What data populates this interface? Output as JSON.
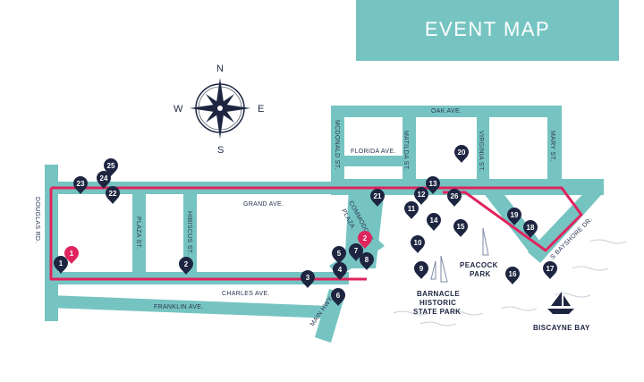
{
  "banner": {
    "title": "EVENT MAP"
  },
  "compass": {
    "n": "N",
    "s": "S",
    "e": "E",
    "w": "W"
  },
  "colors": {
    "street": "#76c4c2",
    "route": "#e0245e",
    "marker": "#1d2541",
    "highlight": "#e0245e"
  },
  "streets": {
    "douglas": "DOUGLAS RD.",
    "plaza": "PLAZA ST.",
    "hibiscus": "HIBISCUS ST.",
    "grand": "GRAND AVE.",
    "charles": "CHARLES AVE.",
    "franklin": "FRANKLIN AVE.",
    "main_hwy": "MAIN HWY",
    "commodore_1": "COMMODORE",
    "commodore_2": "PLAZA",
    "mcdonald": "MCDONALD ST.",
    "florida": "FLORIDA AVE.",
    "matilda": "MATILDA ST.",
    "oak": "OAK AVE.",
    "virginia": "VIRGINIA ST.",
    "mary": "MARY ST.",
    "bayshore": "S BAYSHORE DR."
  },
  "places": {
    "barnacle_1": "BARNACLE",
    "barnacle_2": "HISTORIC",
    "barnacle_3": "STATE PARK",
    "peacock_1": "PEACOCK",
    "peacock_2": "PARK",
    "biscayne": "BISCAYNE BAY"
  },
  "markers": [
    {
      "label": "1",
      "type": "location"
    },
    {
      "label": "1",
      "type": "highlight"
    },
    {
      "label": "2",
      "type": "location"
    },
    {
      "label": "2",
      "type": "highlight"
    },
    {
      "label": "3",
      "type": "location"
    },
    {
      "label": "4",
      "type": "location"
    },
    {
      "label": "5",
      "type": "location"
    },
    {
      "label": "6",
      "type": "location"
    },
    {
      "label": "7",
      "type": "location"
    },
    {
      "label": "8",
      "type": "location"
    },
    {
      "label": "9",
      "type": "location"
    },
    {
      "label": "10",
      "type": "location"
    },
    {
      "label": "11",
      "type": "location"
    },
    {
      "label": "12",
      "type": "location"
    },
    {
      "label": "13",
      "type": "location"
    },
    {
      "label": "14",
      "type": "location"
    },
    {
      "label": "15",
      "type": "location"
    },
    {
      "label": "16",
      "type": "location"
    },
    {
      "label": "17",
      "type": "location"
    },
    {
      "label": "18",
      "type": "location"
    },
    {
      "label": "19",
      "type": "location"
    },
    {
      "label": "20",
      "type": "location"
    },
    {
      "label": "21",
      "type": "location"
    },
    {
      "label": "22",
      "type": "location"
    },
    {
      "label": "23",
      "type": "location"
    },
    {
      "label": "24",
      "type": "location"
    },
    {
      "label": "25",
      "type": "location"
    },
    {
      "label": "26",
      "type": "location"
    }
  ]
}
